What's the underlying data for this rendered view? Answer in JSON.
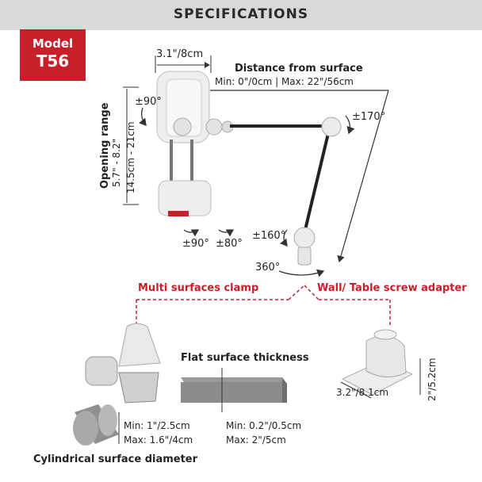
{
  "header": {
    "title": "SPECIFICATIONS"
  },
  "model": {
    "label": "Model",
    "value": "T56"
  },
  "holder": {
    "width": "3.1\"/8cm",
    "opening_range_title": "Opening range",
    "opening_range_in": "5.7\" - 8.2\"",
    "opening_range_cm": "14.5cm - 21cm",
    "rotate_top": "±90°",
    "rotate_bottom_left": "±90°",
    "rotate_bottom_right": "±80°"
  },
  "distance": {
    "title": "Distance from surface",
    "range": "Min: 0\"/0cm | Max: 22\"/56cm"
  },
  "arm": {
    "rotate_elbow": "±170°",
    "rotate_base": "±160°",
    "rotate_full": "360°"
  },
  "mounts": {
    "clamp_label": "Multi surfaces clamp",
    "screw_label": "Wall/ Table screw adapter"
  },
  "flat": {
    "title": "Flat surface thickness",
    "min": "Min: 0.2\"/0.5cm",
    "max": "Max: 2\"/5cm"
  },
  "cylinder": {
    "min": "Min: 1\"/2.5cm",
    "max": "Max: 1.6\"/4cm",
    "title": "Cylindrical surface diameter"
  },
  "adapter": {
    "width": "3.2\"/8.1cm",
    "height": "2\"/5.2cm"
  },
  "colors": {
    "accent": "#c8202a",
    "header_bg": "#d9d9d9"
  }
}
